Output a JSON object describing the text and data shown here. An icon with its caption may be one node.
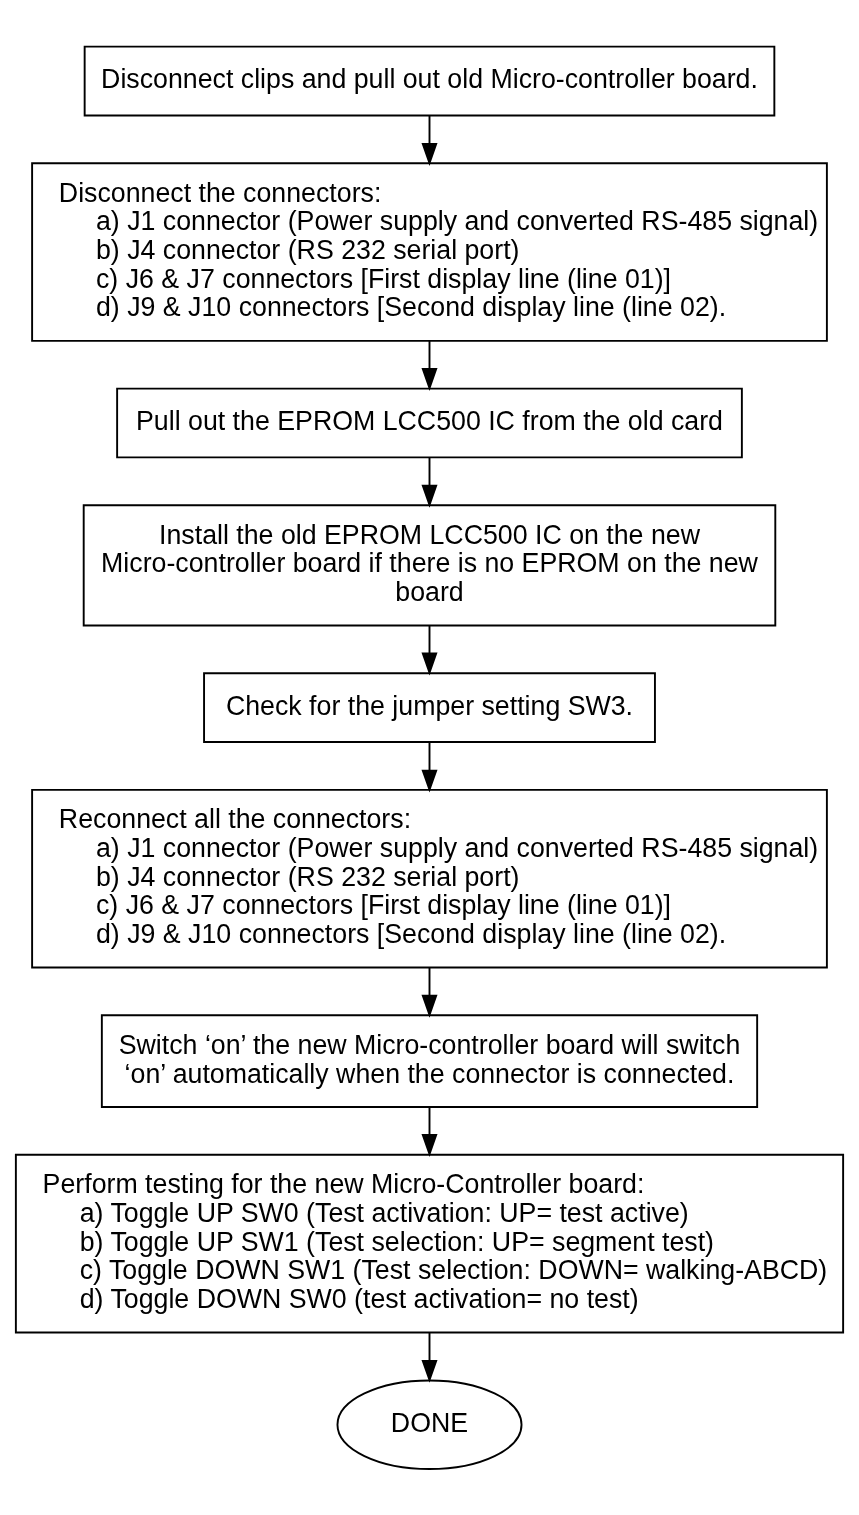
{
  "diagram": {
    "nodes": [
      {
        "text": [
          "Disconnect clips and pull out old Micro-controller board."
        ]
      },
      {
        "text": [
          "Disconnect the connectors:",
          "a) J1 connector (Power supply and converted RS-485 signal)",
          "b) J4 connector (RS 232 serial port)",
          "c) J6 & J7 connectors [First display line (line 01)]",
          "d) J9 & J10 connectors [Second display line (line 02)."
        ]
      },
      {
        "text": [
          "Pull out the EPROM LCC500 IC from the old card"
        ]
      },
      {
        "text": [
          "Install the old EPROM LCC500 IC on the new Micro-controller board if there is no EPROM on the new board"
        ]
      },
      {
        "text": [
          "Check for the jumper setting SW3."
        ]
      },
      {
        "text": [
          "Reconnect all the connectors:",
          "a) J1 connector (Power supply and converted RS-485 signal)",
          "b) J4 connector (RS 232 serial port)",
          "c) J6 & J7 connectors [First display line (line 01)]",
          "d) J9 & J10 connectors [Second display line (line 02)."
        ]
      },
      {
        "text": [
          "Switch ‘on’ the new Micro-controller board will switch ‘on’ automatically when the connector is connected."
        ]
      },
      {
        "text": [
          "Perform testing for the new Micro-Controller board:",
          "a) Toggle UP SW0 (Test activation: UP= test active)",
          "b) Toggle UP SW1 (Test selection: UP= segment test)",
          "c) Toggle DOWN SW1 (Test selection: DOWN= walking-ABCD)",
          "d) Toggle DOWN SW0 (test activation= no test)"
        ]
      },
      {
        "text": [
          "DONE"
        ]
      }
    ],
    "edges": [
      {
        "from": 0,
        "to": 1,
        "arrow": "to"
      },
      {
        "from": 1,
        "to": 2,
        "arrow": "to"
      },
      {
        "from": 2,
        "to": 3,
        "arrow": "to"
      },
      {
        "from": 3,
        "to": 4,
        "arrow": "to"
      },
      {
        "from": 4,
        "to": 5,
        "arrow": "to"
      },
      {
        "from": 5,
        "to": 6,
        "arrow": "to"
      },
      {
        "from": 6,
        "to": 7,
        "arrow": "to"
      },
      {
        "from": 7,
        "to": 8,
        "arrow": "to"
      }
    ]
  }
}
